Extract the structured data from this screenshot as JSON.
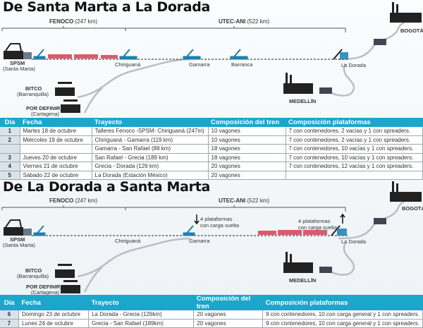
{
  "colors": {
    "accent": "#1ba7cc",
    "train": "#d95b6e",
    "container": "#3a8fc4",
    "route": "#b8bfc6"
  },
  "section1": {
    "title": "De Santa Marta a La Dorada",
    "fenoco": "FENOCO",
    "fenoco_km": "(247 km)",
    "utec": "UTEC-ANI",
    "utec_km": "(522 km)",
    "stations": {
      "spsm": "SPSM",
      "spsm_sub": "(Santa Marta)",
      "chiriguana": "Chiriguaná",
      "gamarra": "Gamarra",
      "barranca": "Barranca",
      "la_dorada": "La Dorada",
      "bitco": "BITCO",
      "bitco_sub": "(Barranquilla)",
      "por_definir": "POR DEFINIR",
      "por_definir_sub": "(Cartagena)",
      "bogota": "BOGOTÁ",
      "medellin": "MEDELLÍN"
    },
    "table": {
      "headers": [
        "Día",
        "Fecha",
        "Trayecto",
        "Composición del tren",
        "Composición plataformas"
      ],
      "rows": [
        [
          "1",
          "Martes 18 de octubre",
          "Talleres Fenoco -SPSM- Chiriguaná (247m)",
          "10 vagones",
          "7 con contenedores, 2 vacías y 1 con spreaders."
        ],
        [
          "2",
          "Miércoles 19 de octubre",
          "Chiriguaná - Gamarra (119 km)",
          "10 vagones",
          "7 con contenedores, 2 vacías y 1 con spreaders."
        ],
        [
          "",
          "",
          "Gamarra - San Rafael (88 km)",
          "18 vagones",
          "7 con contenedores, 10 vacías y 1 con spreaders."
        ],
        [
          "3",
          "Jueves 20 de octubre",
          "San Rafael - Grecia (189 km)",
          "18 vagones",
          "7 con contenedores, 10 vacías y 1 con spreaders."
        ],
        [
          "4",
          "Viernes 21 de octubre",
          "Grecia - Dorada (126 km)",
          "20 vagones",
          "7 con contenedores, 12 vacías y 1 con spreaders."
        ],
        [
          "5",
          "Sábado 22 de octubre",
          "La Dorada (Estación México)",
          "20 vagones",
          ""
        ]
      ]
    }
  },
  "section2": {
    "title": "De La Dorada a Santa Marta",
    "fenoco": "FENOCO",
    "fenoco_km": "(247 km)",
    "utec": "UTEC-ANI",
    "utec_km": "(522 km)",
    "note_gamarra_1": "4 plataformas",
    "note_gamarra_2": "con carga suelta",
    "note_dorada_1": "4 plataformas",
    "note_dorada_2": "con carga suelta",
    "stations": {
      "spsm": "SPSM",
      "spsm_sub": "(Santa Marta)",
      "chiriguana": "Chiriguaná",
      "gamarra": "Gamarra",
      "la_dorada": "La Dorada",
      "bitco": "BITCO",
      "bitco_sub": "(Barranquilla)",
      "por_definir": "POR DEFINIR",
      "por_definir_sub": "(Cartagena)",
      "bogota": "BOGOTÁ",
      "medellin": "MEDELLÍN"
    },
    "table": {
      "headers": [
        "Día",
        "Fecha",
        "Trayecto",
        "Composición del tren",
        "Composición plataformas"
      ],
      "rows": [
        [
          "6",
          "Domingo 23  de octubre",
          "La Dorada - Grecia (126km)",
          "20 vagones",
          "9 con contenedores, 10 con carga general  y 1 con spreaders."
        ],
        [
          "7",
          "Lunes 24 de octubre",
          "Grecia - San Rafael (189km)",
          "20 vagones",
          "9 con contenedores, 10 con carga general  y 1 con spreaders."
        ]
      ]
    }
  }
}
